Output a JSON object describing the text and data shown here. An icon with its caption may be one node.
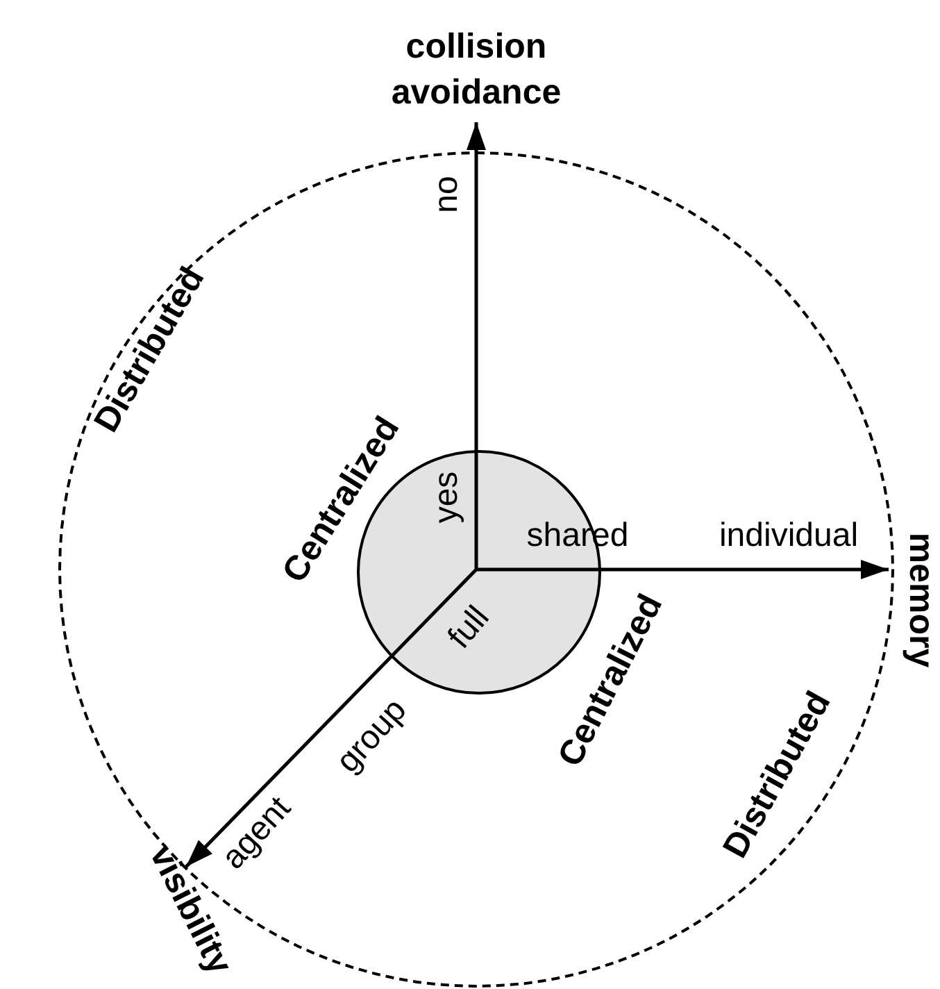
{
  "diagram": {
    "nodes": [
      {
        "text": [],
        "shape": "circle"
      },
      {
        "text": [],
        "shape": "circle",
        "in": 0
      }
    ],
    "labels": [
      "collision avoidance",
      "no",
      "Distributed",
      "Centralized",
      "yes",
      "shared",
      "individual",
      "memory",
      "full",
      "Centralized",
      "group",
      "Distributed",
      "agent",
      "visibility"
    ]
  }
}
